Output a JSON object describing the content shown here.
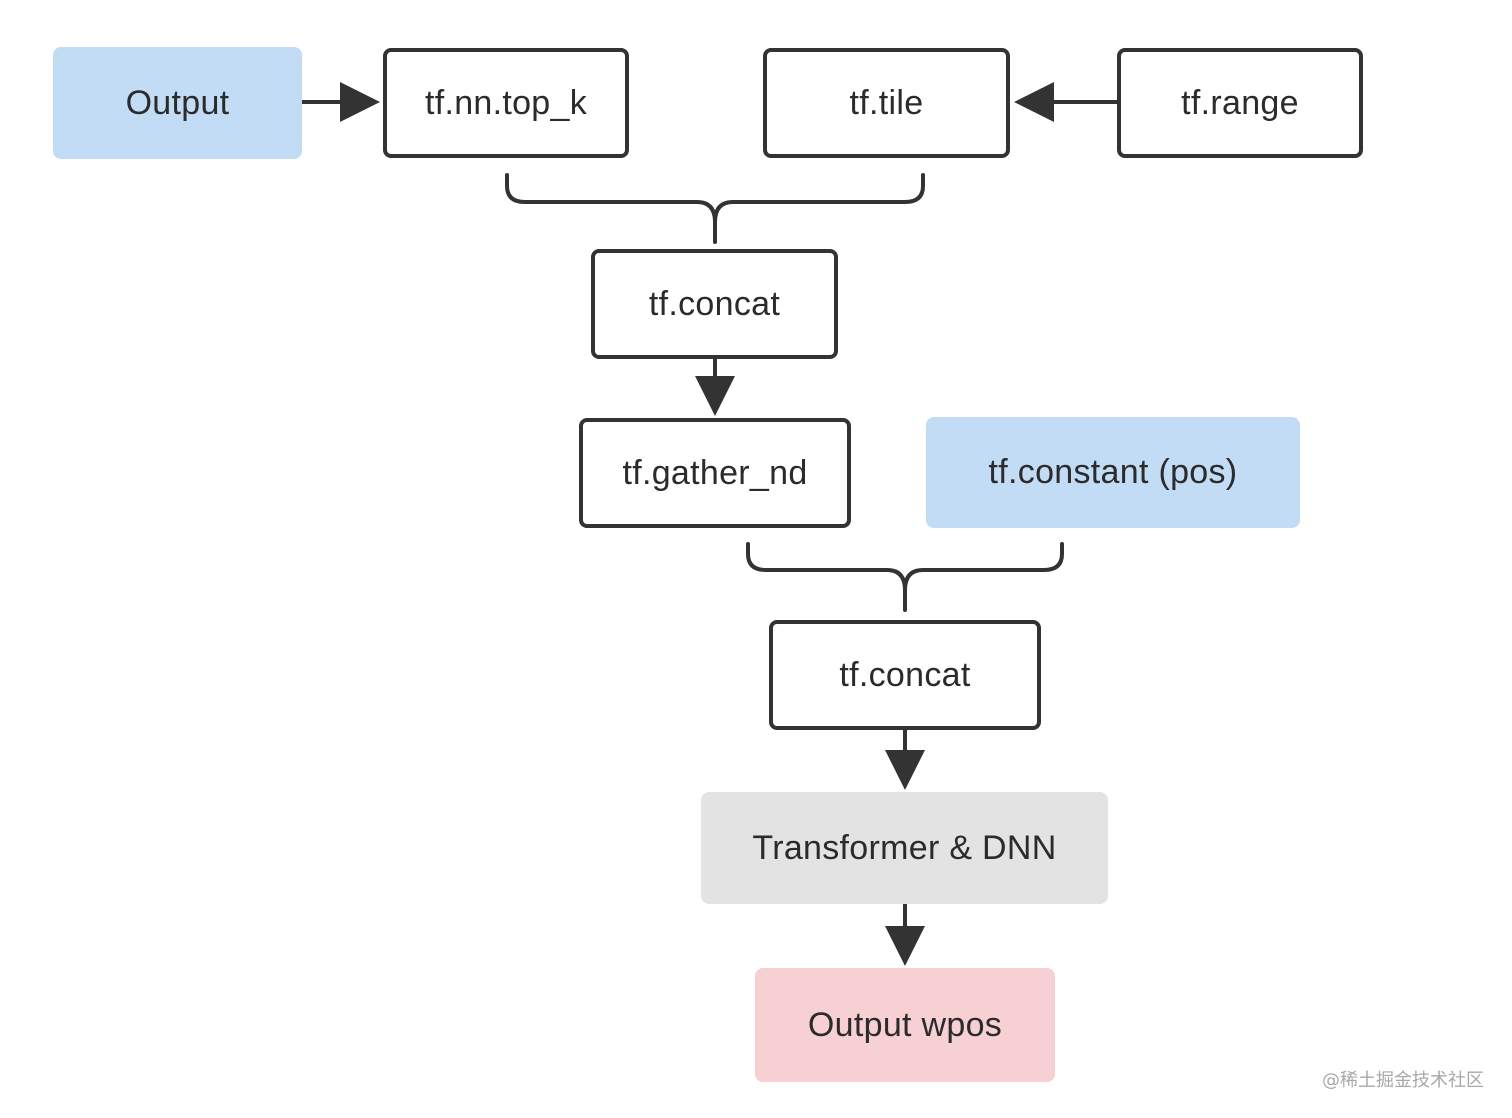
{
  "colors": {
    "stroke": "#333333",
    "input_fill": "#c2dcf6",
    "model_fill": "#e3e3e3",
    "output_fill": "#f6d0d3"
  },
  "nodes": {
    "output": "Output",
    "top_k": "tf.nn.top_k",
    "tile": "tf.tile",
    "range": "tf.range",
    "concat_1": "tf.concat",
    "gather_nd": "tf.gather_nd",
    "constant_pos": "tf.constant (pos)",
    "concat_2": "tf.concat",
    "transformer_dnn": "Transformer & DNN",
    "output_wpos": "Output wpos"
  },
  "watermark": "@稀土掘金技术社区"
}
